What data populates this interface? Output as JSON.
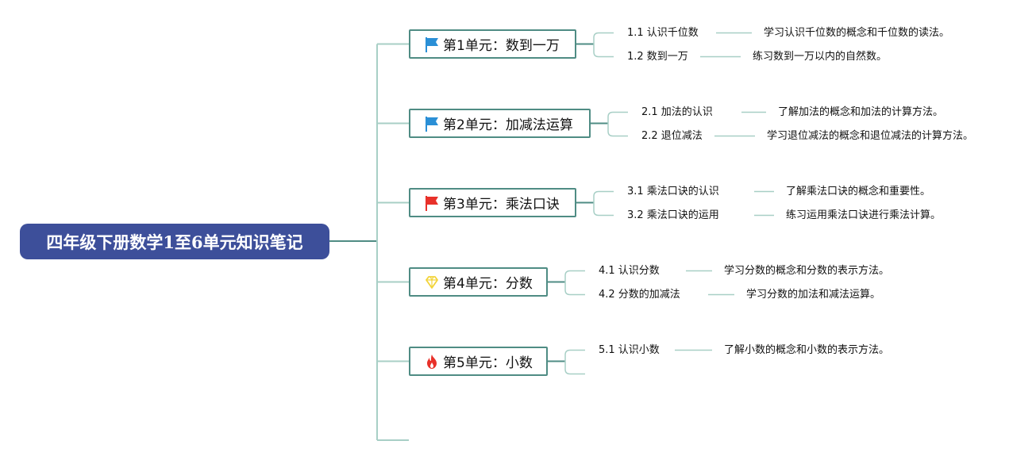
{
  "root_title": "四年级下册数学1至6单元知识笔记",
  "units": [
    {
      "title": "第1单元：数到一万",
      "icon": "blue-flag-icon",
      "icon_color": "#2a8fd6",
      "topics": [
        {
          "label": "1.1 认识千位数",
          "desc": "学习认识千位数的概念和千位数的读法。"
        },
        {
          "label": "1.2 数到一万",
          "desc": "练习数到一万以内的自然数。"
        }
      ]
    },
    {
      "title": "第2单元：加减法运算",
      "icon": "blue-flag-icon",
      "icon_color": "#2a8fd6",
      "topics": [
        {
          "label": "2.1 加法的认识",
          "desc": "了解加法的概念和加法的计算方法。"
        },
        {
          "label": "2.2 退位减法",
          "desc": "学习退位减法的概念和退位减法的计算方法。"
        }
      ]
    },
    {
      "title": "第3单元：乘法口诀",
      "icon": "red-flag-icon",
      "icon_color": "#e8312a",
      "topics": [
        {
          "label": "3.1 乘法口诀的认识",
          "desc": "了解乘法口诀的概念和重要性。"
        },
        {
          "label": "3.2 乘法口诀的运用",
          "desc": "练习运用乘法口诀进行乘法计算。"
        }
      ]
    },
    {
      "title": "第4单元：分数",
      "icon": "diamond-icon",
      "icon_color": "#f2d43b",
      "topics": [
        {
          "label": "4.1 认识分数",
          "desc": "学习分数的概念和分数的表示方法。"
        },
        {
          "label": "4.2 分数的加减法",
          "desc": "学习分数的加法和减法运算。"
        }
      ]
    },
    {
      "title": "第5单元：小数",
      "icon": "fire-icon",
      "icon_color": "#e8312a",
      "topics": [
        {
          "label": "5.1 认识小数",
          "desc": "了解小数的概念和小数的表示方法。"
        }
      ]
    }
  ],
  "colors": {
    "root_fill": "#3d4f9a",
    "connector": "#4f8c84",
    "branch_line": "#a8cfc6"
  }
}
